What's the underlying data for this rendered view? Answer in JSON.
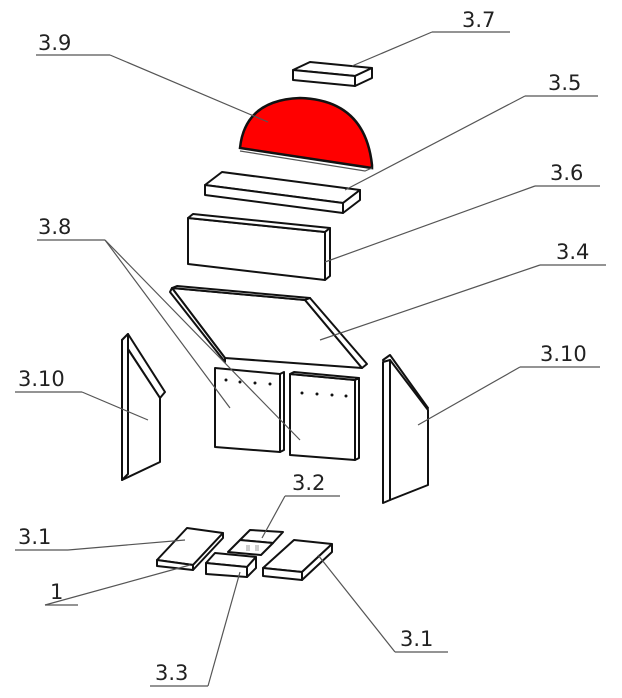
{
  "diagram": {
    "highlight_color": "#ff0000",
    "labels": {
      "l37": "3.7",
      "l39": "3.9",
      "l35": "3.5",
      "l36": "3.6",
      "l38": "3.8",
      "l34": "3.4",
      "l310a": "3.10",
      "l310b": "3.10",
      "l32": "3.2",
      "l31a": "3.1",
      "l1": "1",
      "l31b": "3.1",
      "l33": "3.3"
    }
  }
}
